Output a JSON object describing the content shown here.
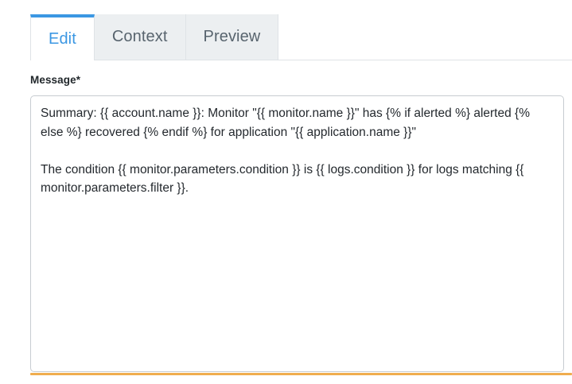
{
  "colors": {
    "accent_blue": "#3b97e3",
    "tab_inactive_bg": "#eceff1",
    "tab_inactive_text": "#58646e",
    "border_grey": "#dfe3e6",
    "textarea_border": "#c7ccd1",
    "accent_bar_orange": "#f0ad4e",
    "body_text": "#24292e",
    "label_text": "#21272b"
  },
  "tabs": {
    "items": [
      {
        "label": "Edit",
        "active": true
      },
      {
        "label": "Context",
        "active": false
      },
      {
        "label": "Preview",
        "active": false
      }
    ]
  },
  "form": {
    "message_field": {
      "label": "Message",
      "required_marker": "*",
      "value": "Summary: {{ account.name }}: Monitor \"{{ monitor.name }}\" has {% if alerted %} alerted {% else %} recovered {% endif %} for application \"{{ application.name }}\"\n\nThe condition {{ monitor.parameters.condition }} is {{ logs.condition }} for logs matching {{ monitor.parameters.filter }}.",
      "placeholder": ""
    }
  }
}
